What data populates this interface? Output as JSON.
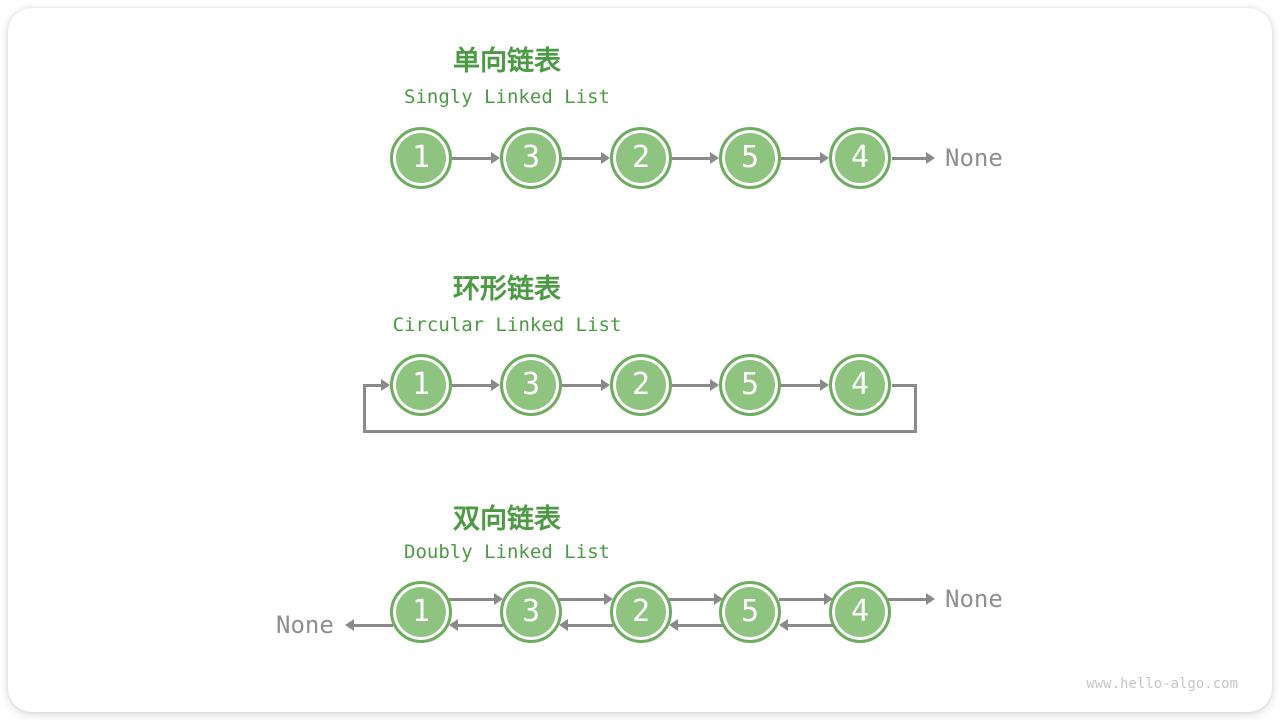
{
  "page": {
    "watermark": "www.hello-algo.com"
  },
  "colors": {
    "accent_green": "#4C9A43",
    "node_fill": "#8FC380",
    "node_border": "#6EAD60",
    "arrow_gray": "#8A8A8A",
    "none_gray": "#8F8F8F",
    "watermark_gray": "#C6C6C6"
  },
  "sections": {
    "singly": {
      "title_zh": "单向链表",
      "title_en": "Singly Linked List",
      "nodes": [
        "1",
        "3",
        "2",
        "5",
        "4"
      ],
      "tail_label": "None"
    },
    "circular": {
      "title_zh": "环形链表",
      "title_en": "Circular Linked List",
      "nodes": [
        "1",
        "3",
        "2",
        "5",
        "4"
      ]
    },
    "doubly": {
      "title_zh": "双向链表",
      "title_en": "Doubly Linked List",
      "nodes": [
        "1",
        "3",
        "2",
        "5",
        "4"
      ],
      "head_label": "None",
      "tail_label": "None"
    }
  }
}
